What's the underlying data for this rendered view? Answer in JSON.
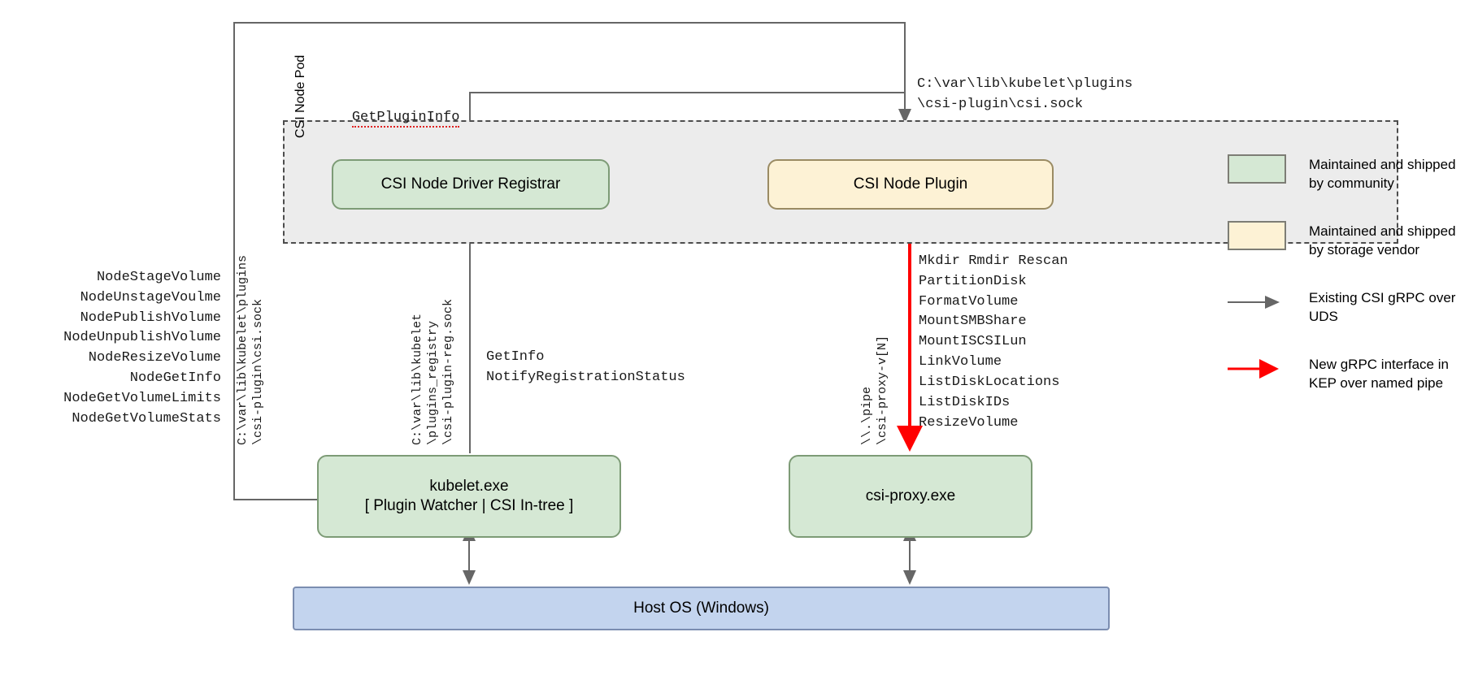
{
  "diagram": {
    "pod": {
      "label": "CSI Node Pod"
    },
    "nodes": {
      "registrar": {
        "title": "CSI Node Driver Registrar"
      },
      "plugin": {
        "title": "CSI Node Plugin"
      },
      "kubelet": {
        "title": "kubelet.exe",
        "subtitle": "[ Plugin Watcher | CSI In-tree ]"
      },
      "proxy": {
        "title": "csi-proxy.exe"
      },
      "hostos": {
        "title": "Host OS (Windows)"
      }
    },
    "labels": {
      "get_plugin_info": "GetPluginInfo",
      "plugin_socket_path": "C:\\var\\lib\\kubelet\\plugins\n\\csi-plugin\\csi.sock",
      "csi_socket_vertical": "C:\\var\\lib\\kubelet\\plugins\n\\csi-plugin\\csi.sock",
      "registry_socket_vertical": "C:\\var\\lib\\kubelet\n\\plugins_registry\n\\csi-plugin-reg.sock",
      "named_pipe_vertical": "\\\\.\\pipe\n\\csi-proxy-v[N]",
      "registration_calls": "GetInfo\nNotifyRegistrationStatus",
      "node_service_calls": "NodeStageVolume\nNodeUnstageVoulme\nNodePublishVolume\nNodeUnpublishVolume\nNodeResizeVolume\nNodeGetInfo\nNodeGetVolumeLimits\nNodeGetVolumeStats",
      "proxy_calls": "Mkdir Rmdir Rescan\nPartitionDisk\nFormatVolume\nMountSMBShare\nMountISCSILun\nLinkVolume\nListDiskLocations\nListDiskIDs\nResizeVolume"
    },
    "legend": {
      "items": [
        {
          "kind": "swatch-green",
          "text": "Maintained and shipped by community"
        },
        {
          "kind": "swatch-yellow",
          "text": "Maintained and shipped by storage vendor"
        },
        {
          "kind": "arrow-gray",
          "text": "Existing CSI gRPC over UDS"
        },
        {
          "kind": "arrow-red",
          "text": "New gRPC interface in KEP over named pipe"
        }
      ]
    },
    "colors": {
      "community_fill": "#d5e8d4",
      "vendor_fill": "#fdf2d5",
      "host_fill": "#c3d4ee",
      "pod_fill": "#ececec",
      "existing_arrow": "#666666",
      "new_arrow": "#ff0000"
    }
  }
}
